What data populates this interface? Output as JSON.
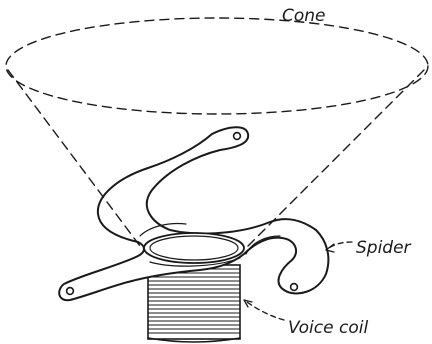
{
  "labels": {
    "cone": "Cone",
    "spider": "Spider",
    "voice_coil": "Voice coil"
  },
  "colors": {
    "ink": "#1a1a1a",
    "background": "#ffffff"
  }
}
